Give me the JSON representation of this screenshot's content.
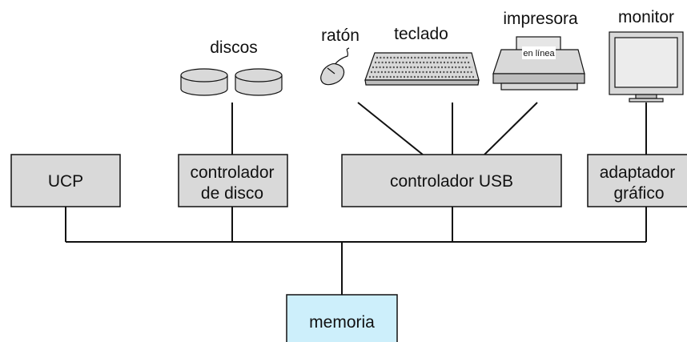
{
  "labels": {
    "cpu": "UCP",
    "disk_controller_line1": "controlador",
    "disk_controller_line2": "de disco",
    "usb_controller": "controlador USB",
    "graphics_adapter_line1": "adaptador",
    "graphics_adapter_line2": "gráfico",
    "memory": "memoria",
    "disks": "discos",
    "mouse": "ratón",
    "keyboard": "teclado",
    "printer": "impresora",
    "printer_screen": "en línea",
    "monitor": "monitor"
  },
  "icons": [
    "disks-icon",
    "mouse-icon",
    "keyboard-icon",
    "printer-icon",
    "monitor-icon"
  ],
  "colors": {
    "box_fill": "#d9d9d9",
    "memory_fill": "#cdeffb",
    "line": "#111111"
  }
}
